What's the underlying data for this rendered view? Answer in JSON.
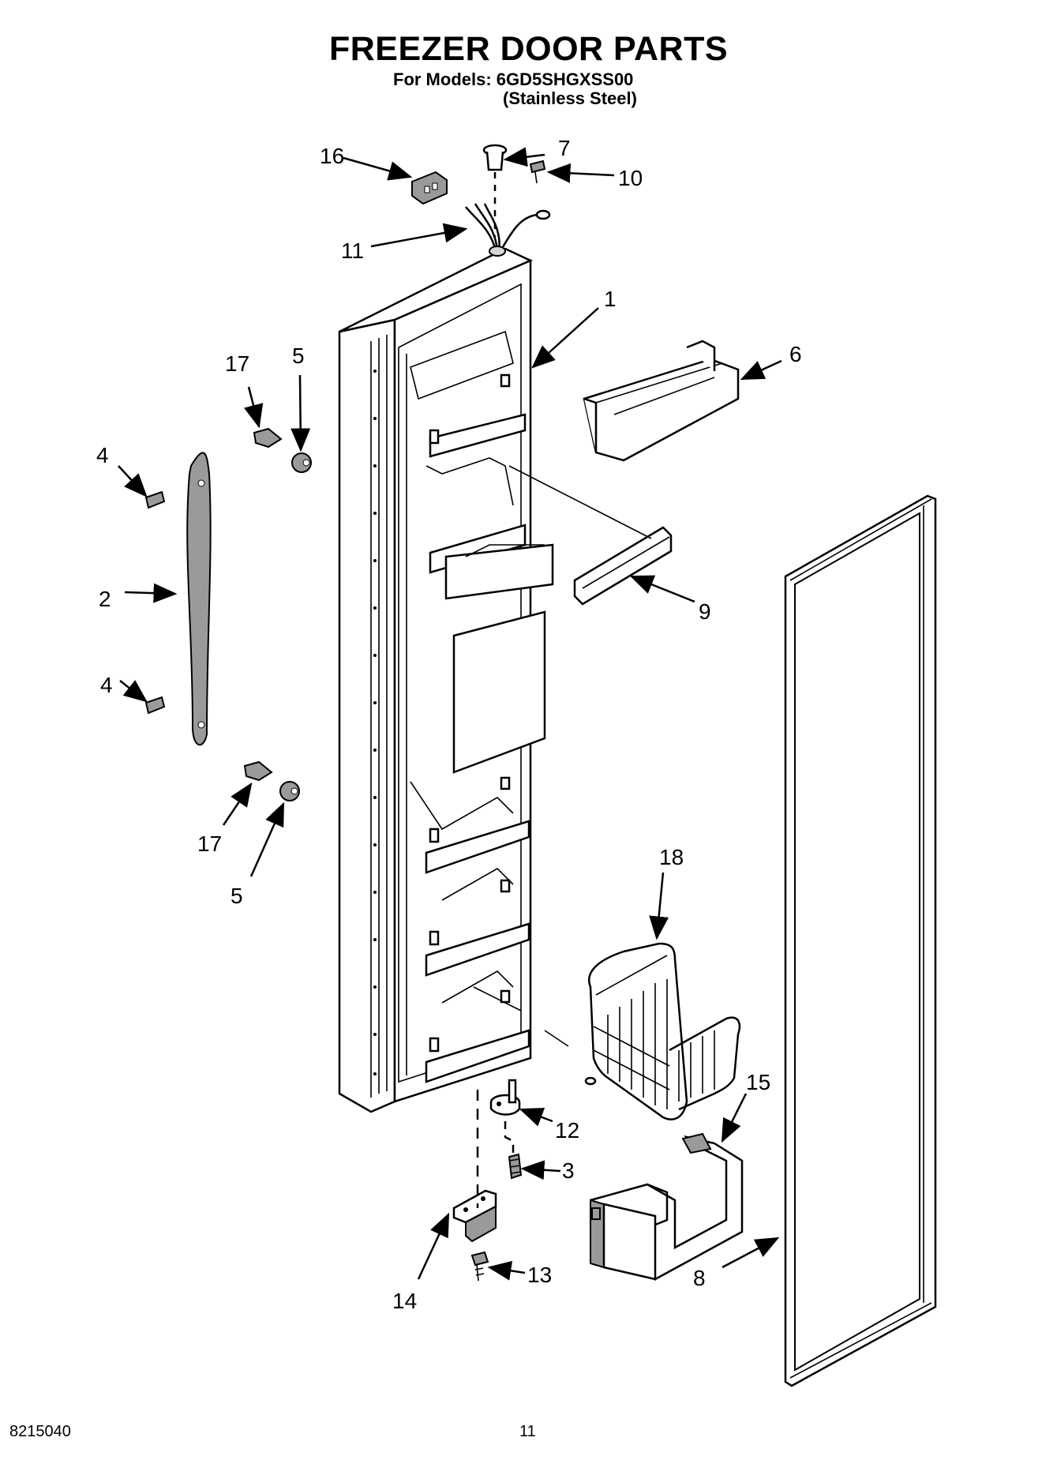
{
  "header": {
    "title": "FREEZER DOOR PARTS",
    "models_line": "For Models: 6GD5SHGXSS00",
    "finish_line": "(Stainless Steel)"
  },
  "callouts": [
    "1",
    "2",
    "3",
    "4",
    "4",
    "5",
    "5",
    "6",
    "7",
    "8",
    "9",
    "10",
    "11",
    "12",
    "13",
    "14",
    "15",
    "16",
    "17",
    "17",
    "18"
  ],
  "footer": {
    "doc_number": "8215040",
    "page_number": "11"
  }
}
